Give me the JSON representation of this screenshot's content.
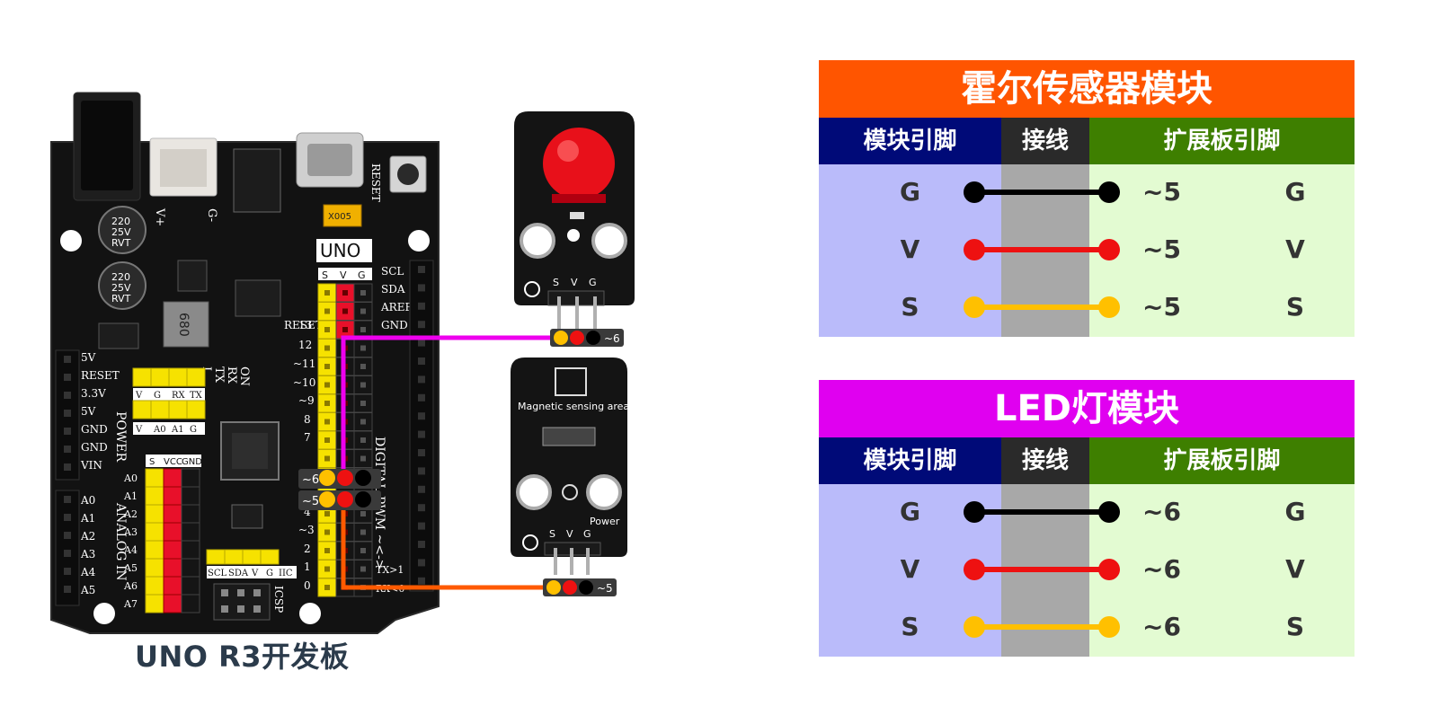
{
  "board": {
    "caption": "UNO R3开发板",
    "logo": "UNO",
    "reset_label": "RESET",
    "cap1": [
      "220",
      "25V",
      "RVT"
    ],
    "cap2": [
      "220",
      "25V",
      "RVT"
    ],
    "inductor": "680",
    "power_header": [
      "5V",
      "RESET",
      "3.3V",
      "5V",
      "GND",
      "GND",
      "VIN"
    ],
    "power_title": "POWER",
    "analog_header": [
      "A0",
      "A1",
      "A2",
      "A3",
      "A4",
      "A5"
    ],
    "analog_title": "ANALOG IN",
    "svg_cols": [
      "S",
      "V",
      "G"
    ],
    "svg_cols_lower": [
      "S",
      "VCC",
      "GND"
    ],
    "upper_labels": [
      "SCL",
      "SDA",
      "AREF",
      "GND"
    ],
    "left_pin_labels": [
      "SCL",
      "SDA",
      "AREF",
      "RESET",
      "13",
      "12",
      "~11",
      "~10",
      "~9",
      "8",
      "7",
      "~6",
      "~5",
      "4",
      "~3",
      "2",
      "1",
      "0"
    ],
    "analog_pins": [
      "A0",
      "A1",
      "A2",
      "A3",
      "A4",
      "A5",
      "A6",
      "A7"
    ],
    "digital_title": "DIGITAL PWM ~<->",
    "uart_labels": [
      "V",
      "G",
      "RX",
      "TX"
    ],
    "analog_small_labels": [
      "V",
      "A0",
      "A1",
      "G"
    ],
    "i2c_labels": [
      "SCL",
      "SDA",
      "V",
      "G",
      "IIC"
    ],
    "icsp_label": "ICSP",
    "led_labels": [
      "ON",
      "RX",
      "TX",
      "L"
    ],
    "vplus": "V+",
    "gminus": "G-",
    "crystal": "X005",
    "rx_label": "RX<0",
    "tx_label": "TX>1"
  },
  "led_module": {
    "pins": [
      "S",
      "V",
      "G"
    ],
    "connector_label": "~6"
  },
  "hall_module": {
    "title": "Magnetic sensing area",
    "power_label": "Power",
    "pins": [
      "S",
      "V",
      "G"
    ],
    "connector_label": "~5"
  },
  "board_connectors": [
    {
      "label": "~6"
    },
    {
      "label": "~5"
    }
  ],
  "tables": [
    {
      "title": "霍尔传感器模块",
      "title_color": "#ff5500",
      "headers": [
        "模块引脚",
        "接线",
        "扩展板引脚"
      ],
      "rows": [
        {
          "pin": "G",
          "port": "~5",
          "ext": "G",
          "color": "#000000"
        },
        {
          "pin": "V",
          "port": "~5",
          "ext": "V",
          "color": "#ee1111"
        },
        {
          "pin": "S",
          "port": "~5",
          "ext": "S",
          "color": "#ffc000"
        }
      ]
    },
    {
      "title": "LED灯模块",
      "title_color": "#e000f0",
      "headers": [
        "模块引脚",
        "接线",
        "扩展板引脚"
      ],
      "rows": [
        {
          "pin": "G",
          "port": "~6",
          "ext": "G",
          "color": "#000000"
        },
        {
          "pin": "V",
          "port": "~6",
          "ext": "V",
          "color": "#ee1111"
        },
        {
          "pin": "S",
          "port": "~6",
          "ext": "S",
          "color": "#ffc000"
        }
      ]
    }
  ],
  "colors": {
    "board": "#111111",
    "header_yellow": "#f6e200",
    "header_red": "#e8102a",
    "wire_led": "#ee00ee",
    "wire_hall": "#ff5a00",
    "led_red": "#e8101a"
  }
}
